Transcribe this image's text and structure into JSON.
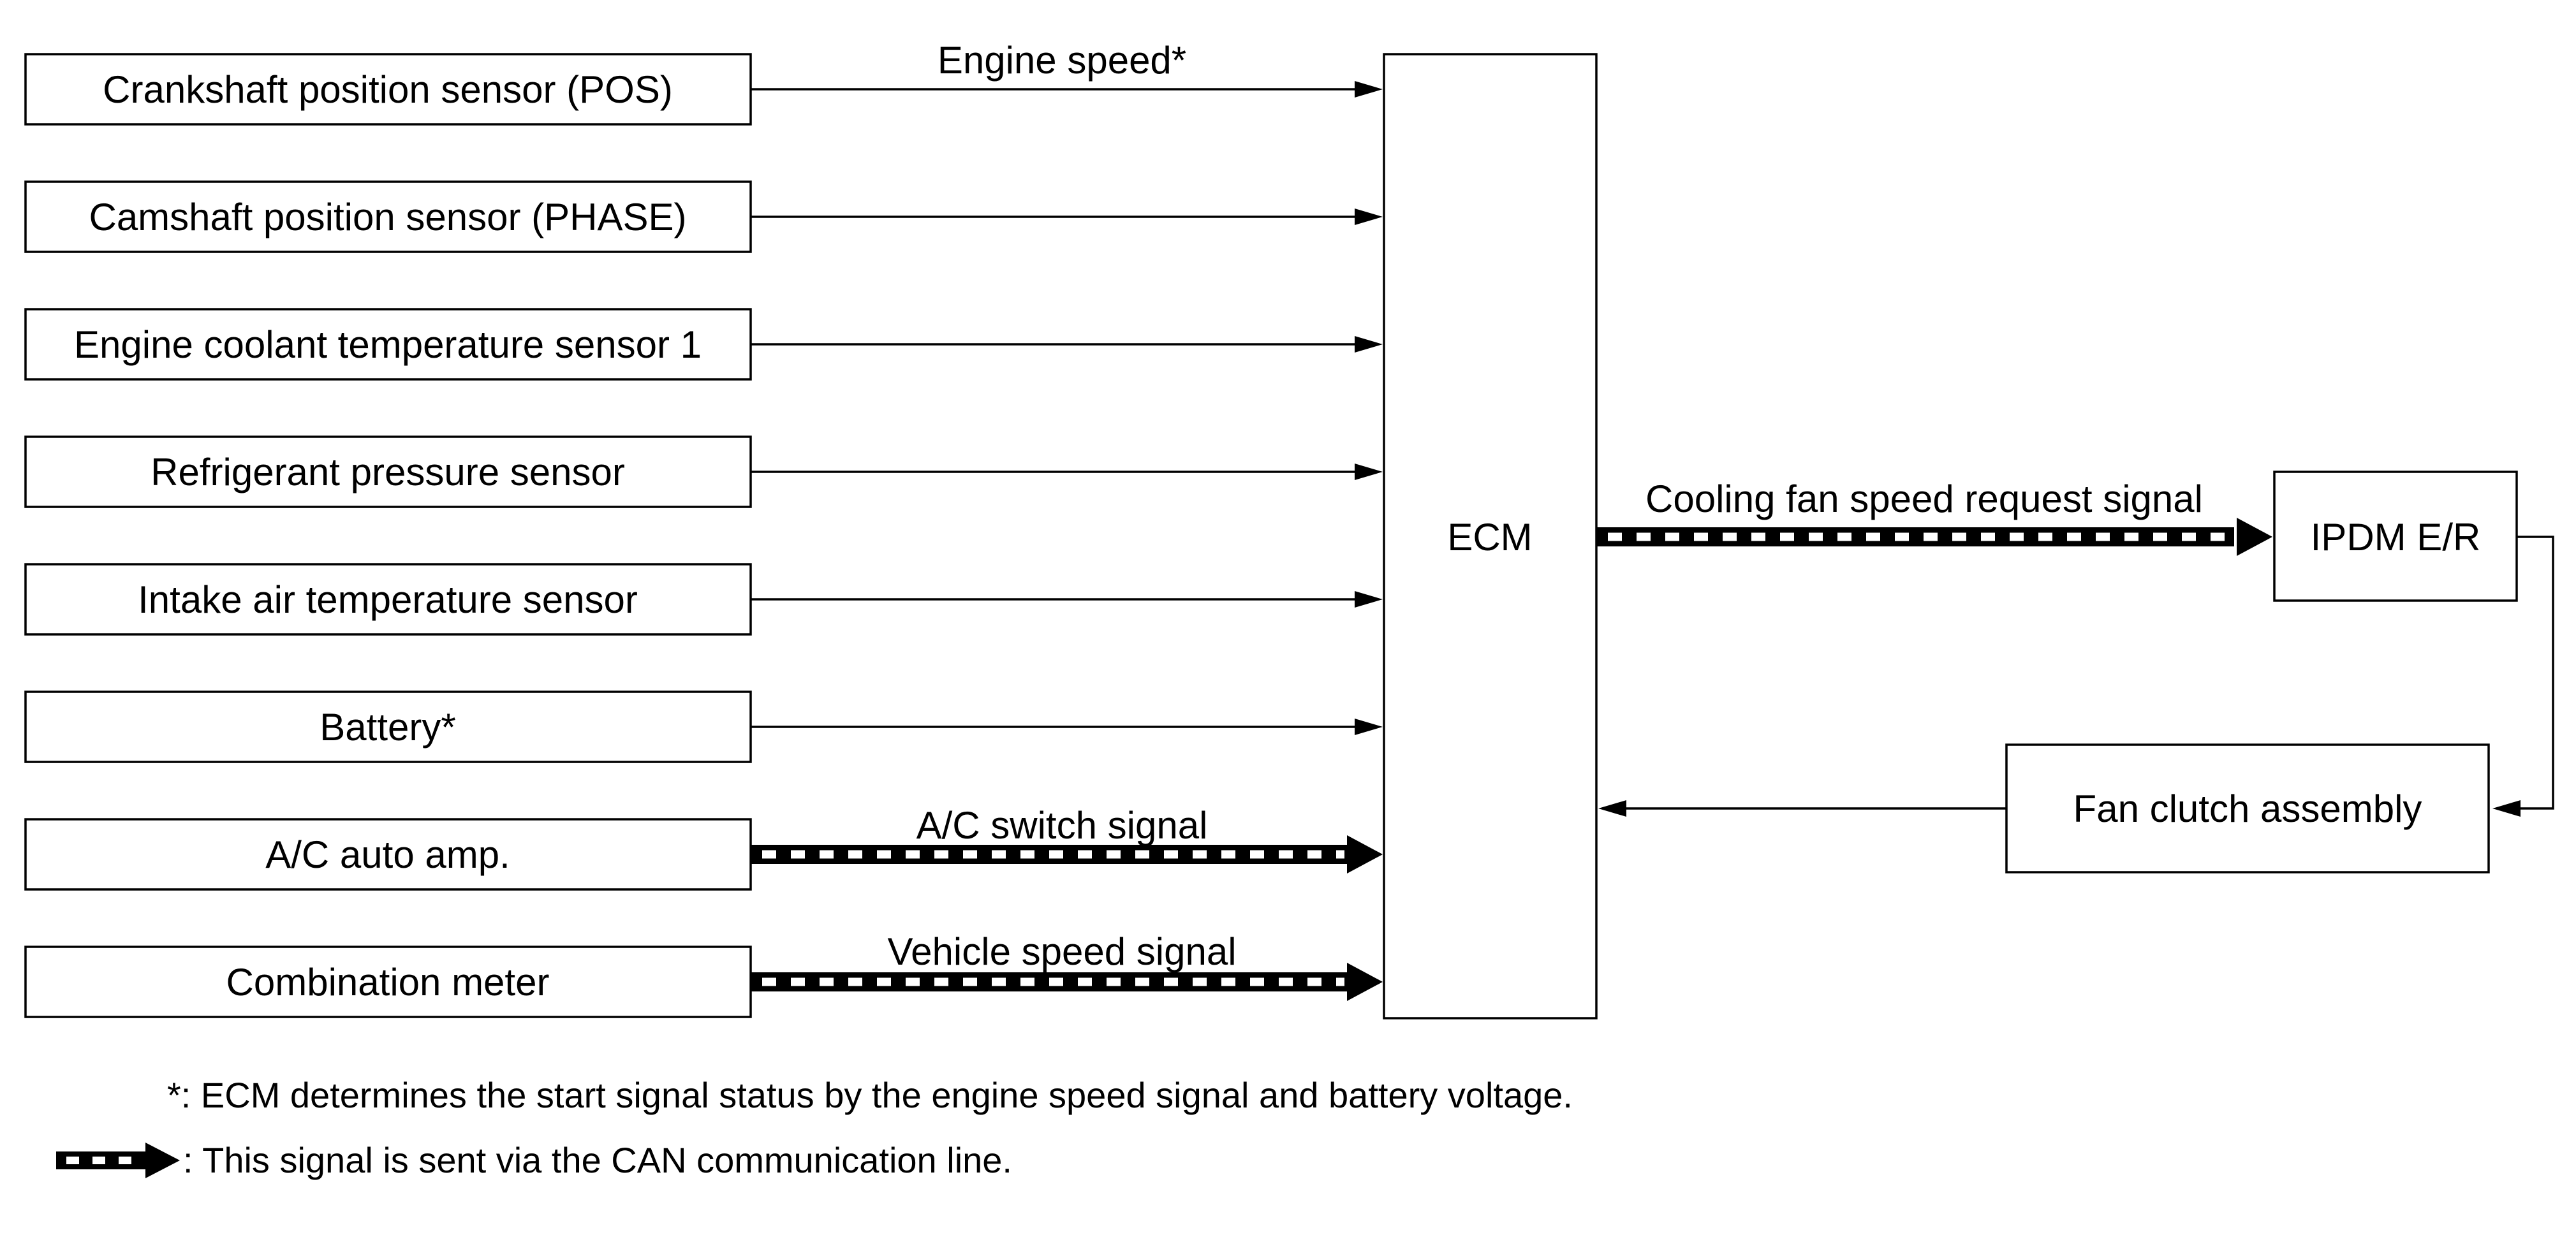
{
  "inputs": [
    {
      "label": "Crankshaft position sensor (POS)",
      "signal": "Engine speed*",
      "can": false
    },
    {
      "label": "Camshaft position sensor (PHASE)",
      "signal": "",
      "can": false
    },
    {
      "label": "Engine coolant temperature sensor 1",
      "signal": "",
      "can": false
    },
    {
      "label": "Refrigerant pressure sensor",
      "signal": "",
      "can": false
    },
    {
      "label": "Intake air temperature sensor",
      "signal": "",
      "can": false
    },
    {
      "label": "Battery*",
      "signal": "",
      "can": false
    },
    {
      "label": "A/C auto amp.",
      "signal": "A/C switch signal",
      "can": true
    },
    {
      "label": "Combination meter",
      "signal": "Vehicle speed signal",
      "can": true
    }
  ],
  "ecm": {
    "label": "ECM"
  },
  "ipdm": {
    "label": "IPDM E/R"
  },
  "fan_clutch": {
    "label": "Fan clutch assembly"
  },
  "ecm_to_ipdm_signal": {
    "label": "Cooling fan speed request signal",
    "can": true
  },
  "notes": {
    "asterisk": "*: ECM determines the start signal status by the engine speed signal and battery voltage.",
    "can_legend": ": This signal is sent via the CAN communication line."
  },
  "colors": {
    "line": "#000000",
    "background": "#ffffff",
    "can_dash": "#ffffff"
  }
}
